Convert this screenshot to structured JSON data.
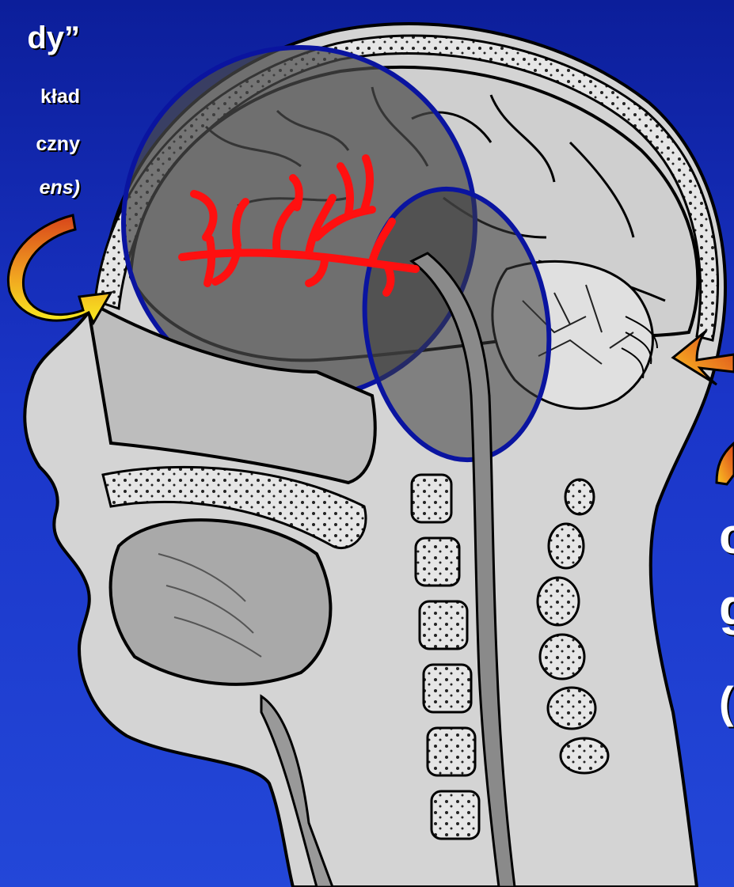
{
  "left_label": {
    "line1": "dy”",
    "line2": "kład",
    "line3": "czny",
    "line4": "ens)"
  },
  "right_label": {
    "line1": "c",
    "line2": "g",
    "line3": "("
  },
  "colors": {
    "background_top": "#0c1e9a",
    "background_bottom": "#2347d8",
    "circle_stroke": "#0a14a0",
    "vessel_red": "#ff1010",
    "arrow_yellow": "#f5e020",
    "arrow_orange": "#e86a10"
  }
}
